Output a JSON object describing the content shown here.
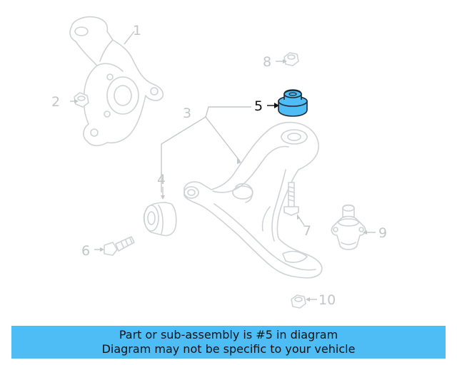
{
  "diagram": {
    "highlight_color": "#4fbdf5",
    "ghost_color": "#cfd3d6",
    "callouts": {
      "c1": "1",
      "c2": "2",
      "c3": "3",
      "c4": "4",
      "c5": "5",
      "c6": "6",
      "c7": "7",
      "c8": "8",
      "c9": "9",
      "c10": "10"
    },
    "highlighted_part": "5"
  },
  "banner": {
    "line1": "Part or sub-assembly is #5 in diagram",
    "line2": "Diagram may not be specific to your vehicle",
    "background": "#4fbdf5"
  }
}
